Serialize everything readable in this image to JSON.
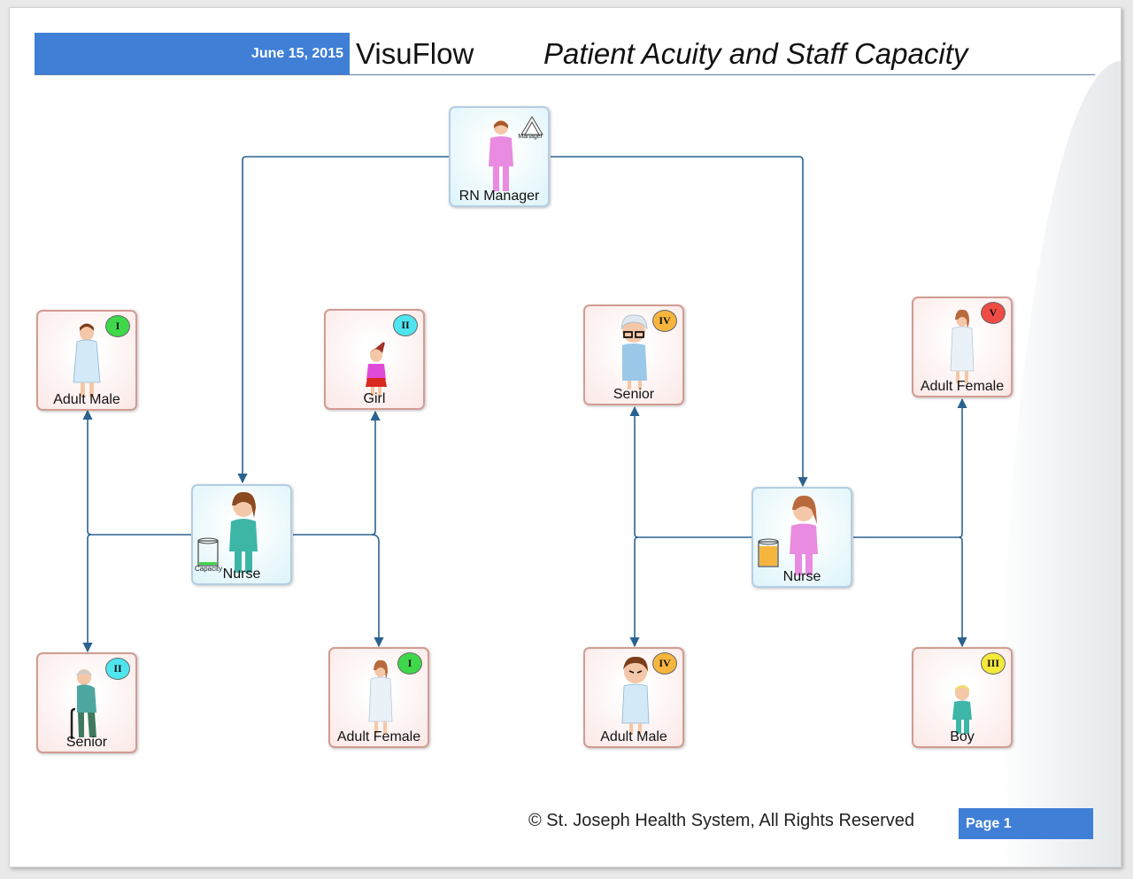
{
  "header": {
    "date": "June 15, 2015",
    "app_name": "VisuFlow",
    "title": "Patient Acuity and Staff Capacity"
  },
  "colors": {
    "brand_blue": "#3f7fd6",
    "connector": "#2a6290",
    "acuity_I": "#3fd84a",
    "acuity_II": "#4fe5ef",
    "acuity_III": "#f5ea3c",
    "acuity_IV": "#f6b63e",
    "acuity_V": "#ef4b45"
  },
  "nodes": {
    "manager": {
      "label": "RN Manager",
      "tag": "Manager",
      "icon": "nurse-manager-icon"
    },
    "nurse_left": {
      "label": "Nurse",
      "tag": "Capacity",
      "capacity_level": 0.1,
      "icon": "nurse-icon"
    },
    "nurse_right": {
      "label": "Nurse",
      "capacity_level": 0.8,
      "icon": "nurse-icon"
    },
    "left_adult_male": {
      "label": "Adult Male",
      "acuity": "I",
      "icon": "adult-male-patient-icon"
    },
    "left_girl": {
      "label": "Girl",
      "acuity": "II",
      "icon": "girl-patient-icon"
    },
    "left_senior": {
      "label": "Senior",
      "acuity": "II",
      "icon": "senior-patient-icon"
    },
    "left_adult_female": {
      "label": "Adult Female",
      "acuity": "I",
      "icon": "adult-female-patient-icon"
    },
    "right_senior": {
      "label": "Senior",
      "acuity": "IV",
      "icon": "senior-patient-icon"
    },
    "right_adult_female": {
      "label": "Adult Female",
      "acuity": "V",
      "icon": "adult-female-patient-icon"
    },
    "right_adult_male": {
      "label": "Adult Male",
      "acuity": "IV",
      "icon": "adult-male-patient-icon"
    },
    "right_boy": {
      "label": "Boy",
      "acuity": "III",
      "icon": "boy-patient-icon"
    }
  },
  "footer": {
    "copyright": "© St. Joseph Health System, All Rights Reserved",
    "page": "Page 1"
  }
}
